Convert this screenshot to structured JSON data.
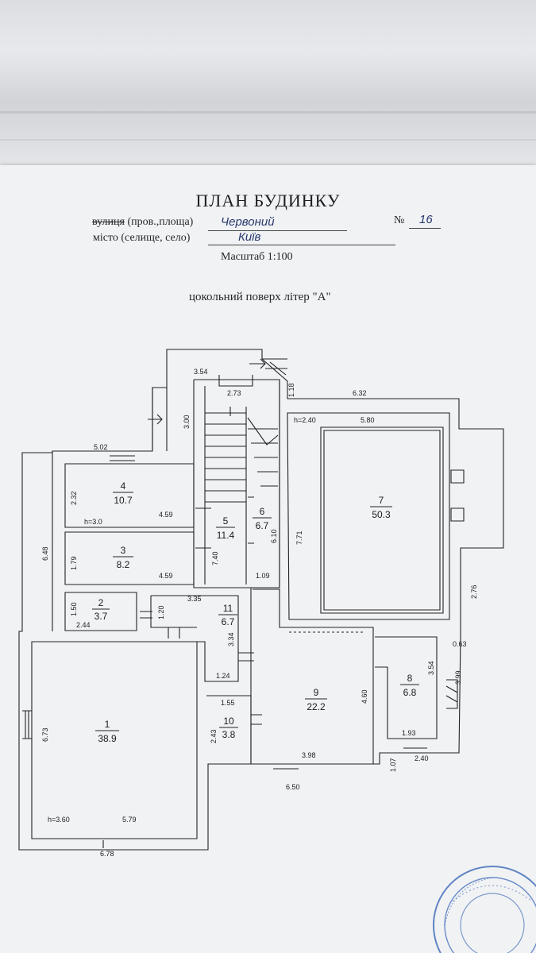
{
  "header": {
    "title": "ПЛАН БУДИНКУ",
    "street_label_struck": "вулиця",
    "street_label_rest": "(пров.,площа)",
    "street_value": "Червоний",
    "number_label": "№",
    "number_value": "16",
    "city_label": "місто (селище, село)",
    "city_value": "Київ",
    "scale": "Масштаб 1:100",
    "subtitle": "цокольний поверх літер \"А\""
  },
  "rooms": [
    {
      "num": "1",
      "area": "38.9"
    },
    {
      "num": "2",
      "area": "3.7"
    },
    {
      "num": "3",
      "area": "8.2"
    },
    {
      "num": "4",
      "area": "10.7"
    },
    {
      "num": "5",
      "area": "11.4"
    },
    {
      "num": "6",
      "area": "6.7"
    },
    {
      "num": "7",
      "area": "50.3"
    },
    {
      "num": "8",
      "area": "6.8"
    },
    {
      "num": "9",
      "area": "22.2"
    },
    {
      "num": "10",
      "area": "3.8"
    },
    {
      "num": "11",
      "area": "6.7"
    }
  ],
  "dimensions": {
    "d354": "3.54",
    "d273": "2.73",
    "d118": "1.18",
    "d632": "6.32",
    "h240": "h=2.40",
    "d580": "5.80",
    "d502": "5.02",
    "d300": "3.00",
    "d232": "2.32",
    "h30": "h=3.0",
    "d459a": "4.59",
    "d648": "6.48",
    "d179": "1.79",
    "d459b": "4.59",
    "d740": "7.40",
    "d610": "6.10",
    "d771": "7.71",
    "d109": "1.09",
    "d276": "2.76",
    "d150": "1.50",
    "d244": "2.44",
    "d120": "1.20",
    "d335": "3.35",
    "d334": "3.34",
    "d124": "1.24",
    "d063": "0.63",
    "d354b": "3.54",
    "d399": "3.99",
    "d460": "4.60",
    "d155": "1.55",
    "d243": "2.43",
    "d673": "6.73",
    "d193": "1.93",
    "d398": "3.98",
    "d107": "1.07",
    "d240": "2.40",
    "d650": "6.50",
    "h360": "h=3.60",
    "d579": "5.79",
    "d678": "6.78"
  },
  "colors": {
    "ink": "#1c1c1e",
    "pen": "#2a3b6e",
    "stamp": "#2f5fb3",
    "paper": "#f1f2f4"
  }
}
